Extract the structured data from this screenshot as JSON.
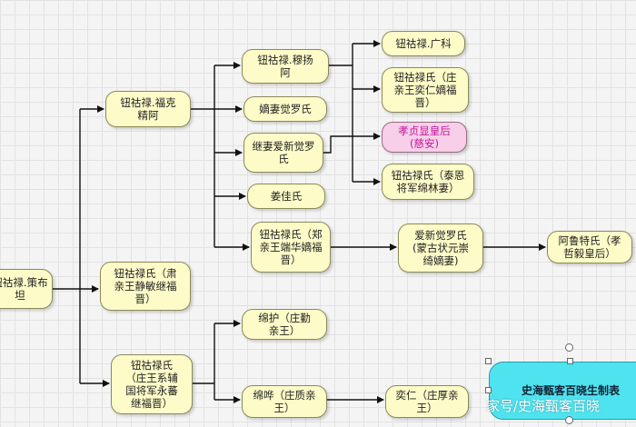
{
  "nodes": {
    "root": "钮祜禄.策布\n坦",
    "fukejingga": "钮祜禄.福克\n精阿",
    "sujingjifujin": "钮祜禄氏（肃\n亲王静敏继福\n晋）",
    "zhuangwangxi": "钮祜禄氏\n（庄王系辅\n国将军永蕃\n继福晋）",
    "muyanga": "钮祜禄.穆扬\n阿",
    "diqi": "嫡妻觉罗氏",
    "jiqi": "继妻爱新觉罗\n氏",
    "jiangjia": "姜佳氏",
    "zhengqinwang": "钮祜禄氏（郑\n亲王端华嫡福\n晋）",
    "guangke": "钮祜禄.广科",
    "zhuangqinwang": "钮祜禄氏（庄\n亲王奕仁嫡福\n晋）",
    "cixi": "孝贞显皇后\n(慈安)",
    "taien": "钮祜禄氏（泰恩\n将军绵林妻）",
    "aixinjueluo": "爱新觉罗氏\n(蒙古状元崇\n绮嫡妻)",
    "alute": "阿鲁特氏（孝\n哲毅皇后）",
    "mianhu": "绵护（庄勤\n亲王）",
    "mianhua": "绵哗（庄质亲\n王）",
    "yiren": "奕仁（庄厚亲\n王）"
  },
  "footer": {
    "title_box": "史海甄客百晓生制表",
    "watermark": "家号/史海甄客百晓"
  },
  "colors": {
    "node_fill": "#fdfbc8",
    "highlight_fill": "#f8cfe9",
    "highlight_text": "#c0149a",
    "title_box_fill": "#4fe3f0",
    "edge": "#111111"
  }
}
